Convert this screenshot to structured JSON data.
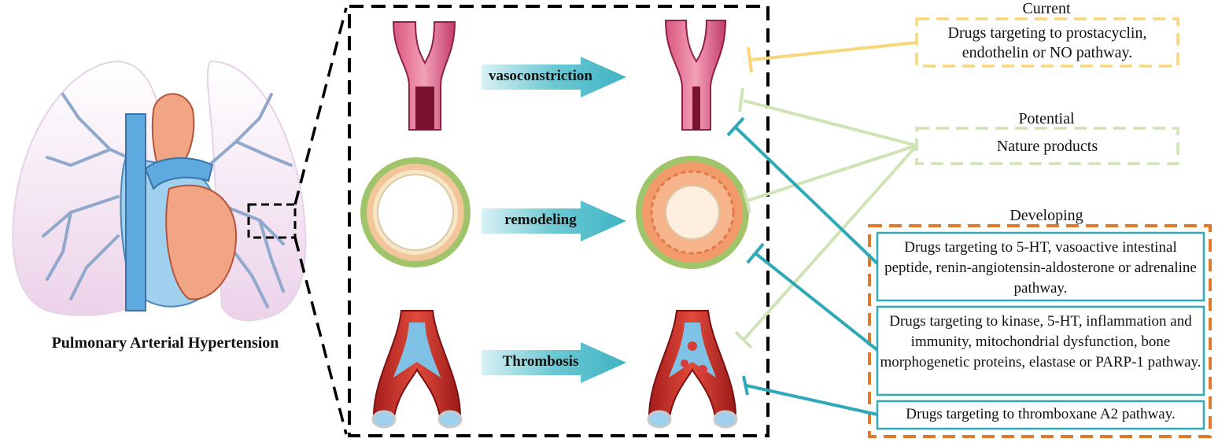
{
  "left": {
    "caption": "Pulmonary Arterial Hypertension"
  },
  "middle": {
    "rows": [
      {
        "label": "vasoconstriction"
      },
      {
        "label": "remodeling"
      },
      {
        "label": "Thrombosis"
      }
    ]
  },
  "right": {
    "current": {
      "heading": "Current",
      "text": "Drugs targeting to prostacyclin, endothelin or NO pathway."
    },
    "potential": {
      "heading": "Potential",
      "text": "Nature products"
    },
    "developing": {
      "heading": "Developing",
      "items": [
        "Drugs targeting to 5-HT,  vasoactive intestinal peptide, renin-angiotensin-aldosterone or adrenaline pathway.",
        "Drugs targeting to kinase, 5-HT, inflammation and immunity, mitochondrial dysfunction, bone morphogenetic proteins, elastase or PARP-1 pathway.",
        "Drugs targeting to thromboxane A2 pathway."
      ]
    }
  },
  "colors": {
    "current": "#f7d77a",
    "potential": "#cfe3b4",
    "developing": "#e07a2a",
    "developing_inner": "#2fa8b8",
    "arrow": "#5ec3cf",
    "inhibit_teal": "#2fa8b8"
  }
}
